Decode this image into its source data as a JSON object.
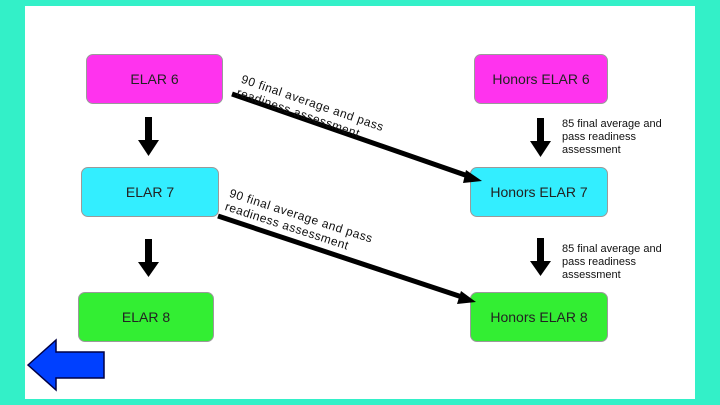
{
  "colors": {
    "border": "#33f0c8",
    "magenta": "#ff33ee",
    "cyan": "#33eeff",
    "green": "#33ee33",
    "back_arrow": "#0040ff"
  },
  "boxes": {
    "elar6": "ELAR 6",
    "elar7": "ELAR 7",
    "elar8": "ELAR 8",
    "honors6": "Honors ELAR 6",
    "honors7": "Honors ELAR 7",
    "honors8": "Honors ELAR 8"
  },
  "diagonal_labels": {
    "top": "90 final average and pass readiness assessment",
    "bottom": "90 final average and pass readiness assessment"
  },
  "side_notes": {
    "upper": [
      "85 final average and",
      "pass readiness",
      "assessment"
    ],
    "lower": [
      "85 final average and",
      "pass readiness",
      "assessment"
    ]
  },
  "nav": {
    "back_icon": "left-arrow-icon"
  }
}
